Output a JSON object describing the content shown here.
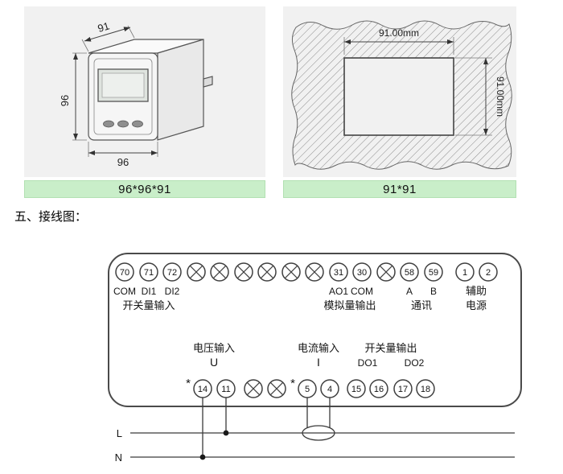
{
  "meter_panel": {
    "dim_depth": "91",
    "dim_height": "96",
    "dim_width": "96",
    "caption": "96*96*91"
  },
  "cutout_panel": {
    "dim_width": "91.00mm",
    "dim_height": "91.00mm",
    "caption": "91*91"
  },
  "section_title": "五、接线图：",
  "wiring": {
    "groups": {
      "switch_input": {
        "label": "开关量输入",
        "terminals": [
          {
            "num": "70",
            "sub": "COM"
          },
          {
            "num": "71",
            "sub": "DI1"
          },
          {
            "num": "72",
            "sub": "DI2"
          }
        ]
      },
      "analog_output": {
        "label": "模拟量输出",
        "terminals": [
          {
            "num": "31",
            "sub": "AO1"
          },
          {
            "num": "30",
            "sub": "COM"
          }
        ]
      },
      "comm": {
        "label": "通讯",
        "terminals": [
          {
            "num": "58",
            "sub": "A"
          },
          {
            "num": "59",
            "sub": "B"
          }
        ]
      },
      "aux_power": {
        "label_line1": "辅助",
        "label_line2": "电源",
        "terminals": [
          {
            "num": "1"
          },
          {
            "num": "2"
          }
        ]
      },
      "voltage_input": {
        "label": "电压输入",
        "symbol": "U",
        "star": "*",
        "terminals": [
          {
            "num": "14"
          },
          {
            "num": "11"
          }
        ]
      },
      "current_input": {
        "label": "电流输入",
        "symbol": "I",
        "star": "*",
        "terminals": [
          {
            "num": "5"
          },
          {
            "num": "4"
          }
        ]
      },
      "switch_output": {
        "label": "开关量输出",
        "do1_label": "DO1",
        "do2_label": "DO2",
        "terminals": [
          {
            "num": "15"
          },
          {
            "num": "16"
          },
          {
            "num": "17"
          },
          {
            "num": "18"
          }
        ]
      }
    },
    "power_lines": {
      "live": "L",
      "neutral": "N"
    }
  },
  "colors": {
    "caption_bg": "#c9eec9",
    "panel_bg": "#f1f1f1",
    "line": "#3a3a3a"
  }
}
